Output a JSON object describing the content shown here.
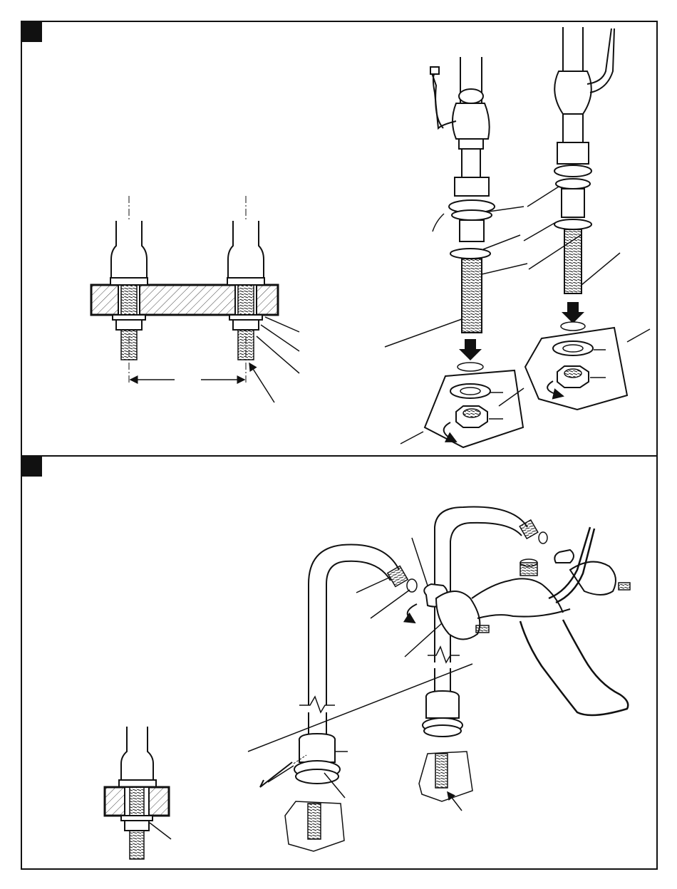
{
  "document": {
    "kind": "installation-instructions-page",
    "colors": {
      "ink": "#111111",
      "paper": "#ffffff",
      "hatch": "#444444"
    }
  },
  "panels": [
    {
      "id": "panel-1",
      "marker_icon": "black-square-step-marker",
      "illustrations": [
        "deck-section-with-two-valves",
        "hot-valve-exploded",
        "cold-valve-exploded",
        "washer-and-nut-inset"
      ]
    },
    {
      "id": "panel-2",
      "marker_icon": "black-square-step-marker",
      "illustrations": [
        "supply-hoses-to-spout-body",
        "valve-base-with-shank",
        "allen-wrench",
        "deck-section-detail"
      ]
    }
  ]
}
